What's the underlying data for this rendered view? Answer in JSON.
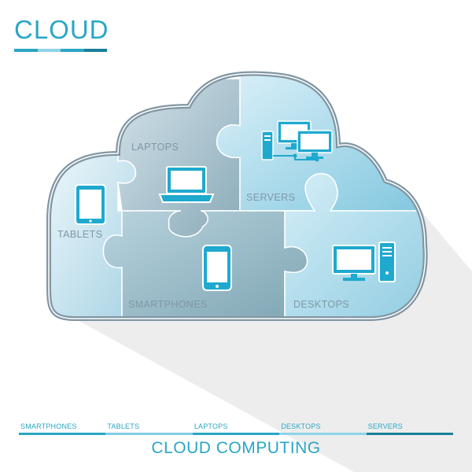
{
  "header": {
    "title": "CLOUD",
    "underline_colors": [
      "#2aa6c4",
      "#8fd3e6",
      "#2aa6c4",
      "#1a7f9a"
    ]
  },
  "pieces": {
    "laptops": "LAPTOPS",
    "servers": "SERVERS",
    "tablets": "TABLETS",
    "smartphones": "SMARTPHONES",
    "desktops": "DESKTOPS"
  },
  "icons": {
    "laptops": "laptop-icon",
    "servers": "servers-icon",
    "tablets": "tablet-icon",
    "smartphones": "smartphone-icon",
    "desktops": "desktop-icon"
  },
  "footer": {
    "items": [
      "SMARTPHONES",
      "TABLETS",
      "LAPTOPS",
      "DESKTOPS",
      "SERVERS"
    ],
    "bar_colors": [
      "#2aa6c4",
      "#7fcde2",
      "#2aa6c4",
      "#8fd3e6",
      "#1a7f9a"
    ],
    "subtitle": "CLOUD COMPUTING"
  },
  "colors": {
    "accent": "#2aa6c4",
    "cloud_outline": "#7f93a0",
    "piece_light": "#d6eef6",
    "piece_mid": "#a9d6e6",
    "piece_dark": "#7fa8b6",
    "shadow": "#e6e6e6"
  }
}
